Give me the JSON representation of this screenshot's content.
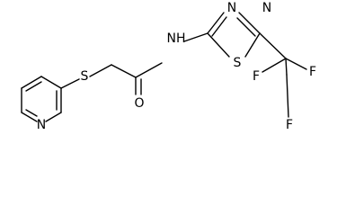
{
  "molecule": {
    "atoms": {
      "n_pyridine": "N",
      "s_thioether": "S",
      "o_carbonyl": "O",
      "nh_amide": "NH",
      "n_thiadiazole_1": "N",
      "n_thiadiazole_2": "N",
      "s_thiadiazole": "S",
      "f_1": "F",
      "f_2": "F",
      "f_3": "F"
    }
  },
  "colors": {
    "bond": "#000000",
    "label": "#000000",
    "background": "#ffffff"
  }
}
